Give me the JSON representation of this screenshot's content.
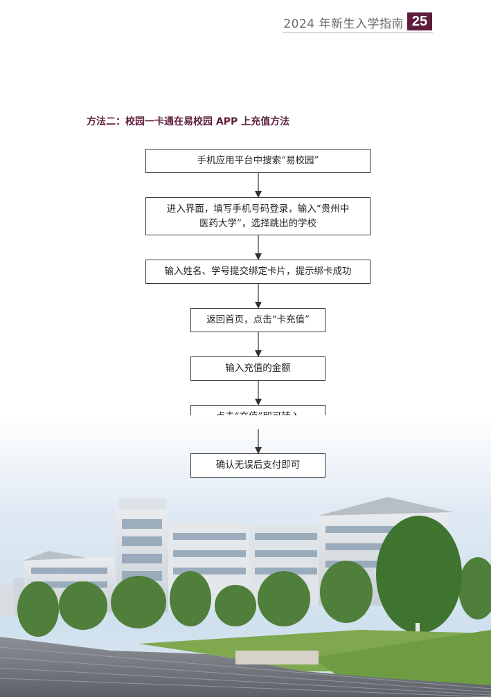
{
  "header": {
    "title": "2024 年新生入学指南",
    "page_number": "25"
  },
  "section": {
    "title": "方法二：校园一卡通在易校园 APP 上充值方法"
  },
  "flow": {
    "steps": [
      "手机应用平台中搜索“易校园”",
      "进入界面，填写手机号码登录，输入“贵州中医药大学”，选择跳出的学校",
      "输入姓名、学号提交绑定卡片，提示绑卡成功",
      "返回首页，点击“卡充值”",
      "输入充值的金额",
      "点击“充值”即可转入",
      "确认无误后支付即可"
    ]
  },
  "colors": {
    "accent": "#5e1d3c",
    "border": "#333333",
    "header_text": "#6b6b6b"
  }
}
